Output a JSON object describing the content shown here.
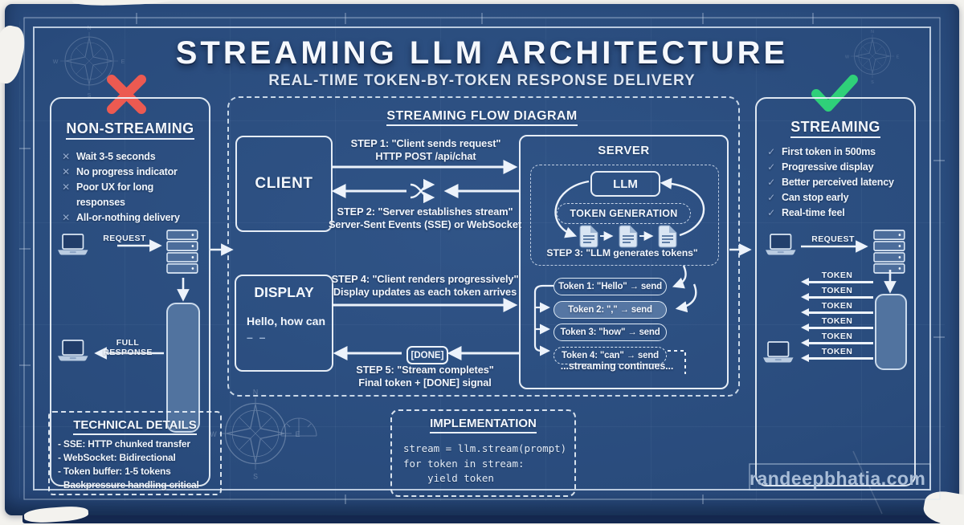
{
  "header": {
    "title": "STREAMING LLM ARCHITECTURE",
    "subtitle": "REAL-TIME TOKEN-BY-TOKEN RESPONSE DELIVERY"
  },
  "left_panel": {
    "title": "NON-STREAMING",
    "items": [
      "Wait 3-5 seconds",
      "No progress indicator",
      "Poor UX for long responses",
      "All-or-nothing delivery"
    ],
    "request_label": "REQUEST",
    "full_response_label": "FULL RESPONSE"
  },
  "center": {
    "title": "STREAMING FLOW DIAGRAM",
    "client_label": "CLIENT",
    "display_label": "DISPLAY",
    "display_text": "Hello, how can",
    "display_cursor": "– –",
    "server_label": "SERVER",
    "llm_label": "LLM",
    "token_gen_label": "TOKEN GENERATION",
    "step1_lines": [
      "STEP 1: \"Client sends request\"",
      "HTTP POST /api/chat"
    ],
    "step2_lines": [
      "STEP 2: \"Server establishes stream\"",
      "Server-Sent Events (SSE) or WebSocket"
    ],
    "step3": "STEP 3: \"LLM generates tokens\"",
    "step4_lines": [
      "STEP 4: \"Client renders progressively\"",
      "Display updates as each token arrives"
    ],
    "step5_lines": [
      "STEP 5: \"Stream completes\"",
      "Final token + [DONE] signal"
    ],
    "done_label": "[DONE]",
    "token_rows": [
      {
        "text": "Token 1: \"Hello\" → send",
        "variant": "solid"
      },
      {
        "text": "Token 2: \",\" → send",
        "variant": "filled"
      },
      {
        "text": "Token 3: \"how\" → send",
        "variant": "solid"
      },
      {
        "text": "Token 4: \"can\" → send",
        "variant": "dashed"
      }
    ],
    "continues": "...streaming continues..."
  },
  "right_panel": {
    "title": "STREAMING",
    "items": [
      "First token in 500ms",
      "Progressive display",
      "Better perceived latency",
      "Can stop early",
      "Real-time feel"
    ],
    "request_label": "REQUEST",
    "token_labels": [
      "TOKEN",
      "TOKEN",
      "TOKEN",
      "TOKEN",
      "TOKEN",
      "TOKEN"
    ]
  },
  "tech_box": {
    "title": "TECHNICAL DETAILS",
    "items": [
      "- SSE: HTTP chunked transfer",
      "- WebSocket: Bidirectional",
      "- Token buffer: 1-5 tokens",
      "- Backpressure handling critical"
    ]
  },
  "impl_box": {
    "title": "IMPLEMENTATION",
    "code_lines": [
      "stream = llm.stream(prompt)",
      "for token in stream:",
      "    yield token"
    ]
  },
  "watermark": "randeepbhatia.com",
  "colors": {
    "paper": "#f3f2ee",
    "blueprint_bg": "#294b7c",
    "line_white": "#edf3fb",
    "accent_red": "#ec5a51",
    "accent_green": "#2fd079",
    "icon_fill": "#b9cbe1",
    "buffer_fill": "#51739f",
    "muted_blue": "#9db4d4"
  }
}
